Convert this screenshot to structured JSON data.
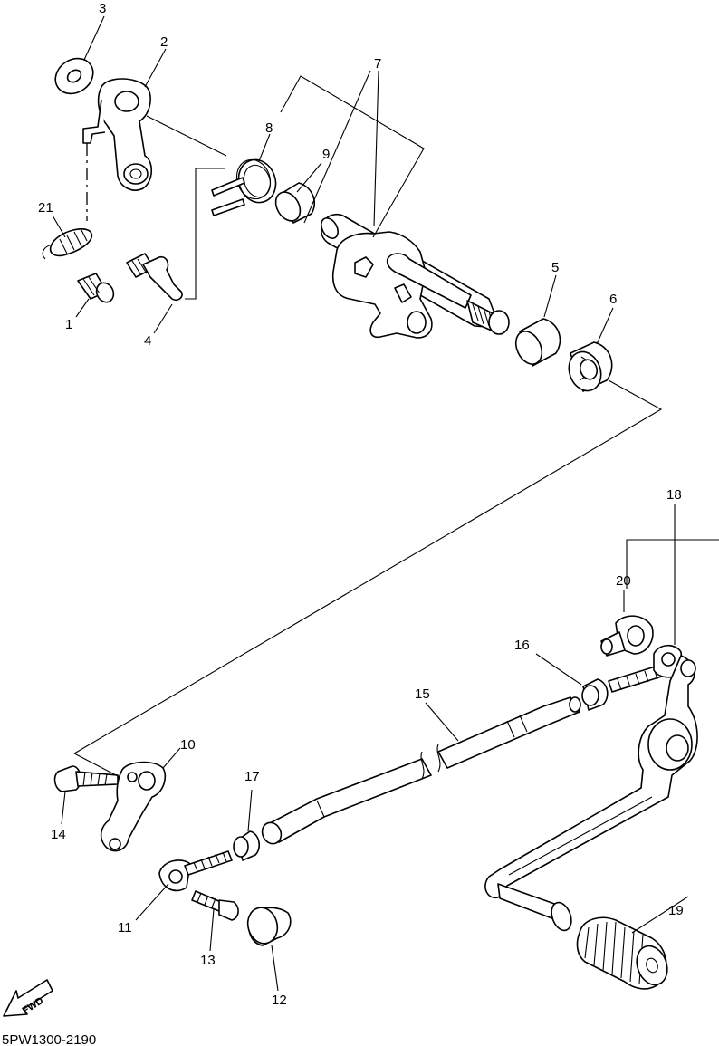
{
  "diagram": {
    "part_labels": [
      "1",
      "2",
      "3",
      "4",
      "5",
      "6",
      "7",
      "8",
      "9",
      "10",
      "11",
      "12",
      "13",
      "14",
      "15",
      "16",
      "17",
      "18",
      "19",
      "20",
      "21"
    ],
    "fwd_label": "FWD",
    "drawing_code": "5PW1300-2190"
  }
}
